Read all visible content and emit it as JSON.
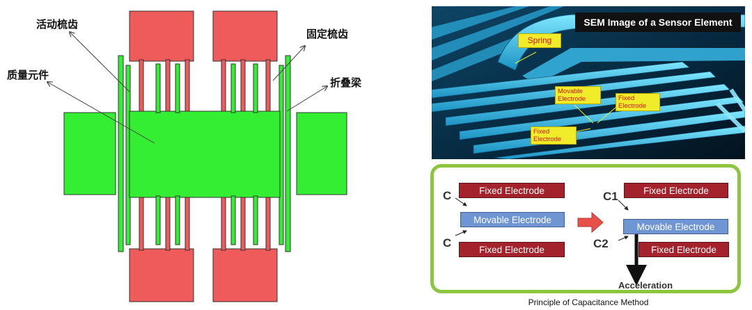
{
  "mems_diagram": {
    "labels": {
      "movable_comb": "活动梳齿",
      "fixed_comb": "固定梳齿",
      "proof_mass": "质量元件",
      "folded_beam": "折叠梁"
    },
    "colors": {
      "mass": "#33ee33",
      "fixed": "#ef5a5a",
      "outline": "#333333"
    }
  },
  "sem_image": {
    "title": "SEM Image of a Sensor Element",
    "tags": {
      "spring": "Spring",
      "movable": "Movable\nElectrode",
      "fixed_1": "Fixed\nElectrode",
      "fixed_2": "Fixed\nElectrode"
    }
  },
  "capacitance": {
    "left": {
      "top_label": "C",
      "bottom_label": "C",
      "fixed_top": "Fixed Electrode",
      "movable": "Movable Electrode",
      "fixed_bottom": "Fixed Electrode"
    },
    "right": {
      "top_label": "C1",
      "bottom_label": "C2",
      "fixed_top": "Fixed Electrode",
      "movable": "Movable Electrode",
      "fixed_bottom": "Fixed Electrode"
    },
    "acceleration": "Acceleration",
    "caption": "Principle of Capacitance Method",
    "colors": {
      "frame": "#8cc63f",
      "fixed": "#a4222b",
      "movable": "#6f95d3",
      "arrow": "#e8504a"
    }
  }
}
